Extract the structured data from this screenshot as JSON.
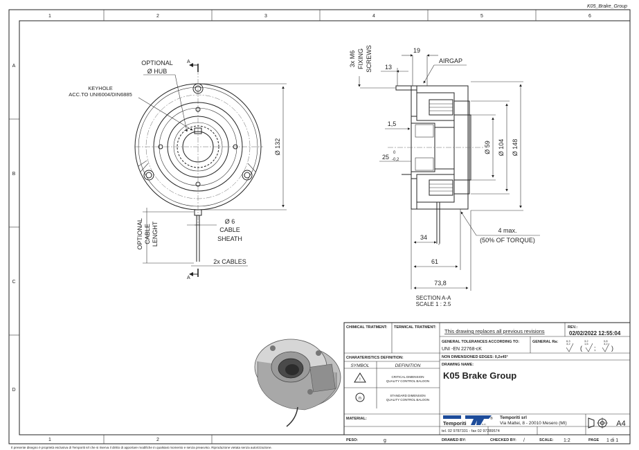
{
  "file_name": "K05_Brake_Group",
  "border": {
    "columns": [
      "1",
      "2",
      "3",
      "4",
      "5",
      "6"
    ],
    "rows": [
      "A",
      "B",
      "C",
      "D"
    ]
  },
  "front_view": {
    "optional_hub": [
      "OPTIONAL",
      "Ø HUB"
    ],
    "keyhole": [
      "KEYHOLE",
      "ACC.TO UNI6004/DIN6885"
    ],
    "diameter_132": "Ø 132",
    "optional_cable_lenght": [
      "OPTIONAL",
      "CABLE",
      "LENGHT"
    ],
    "cable_sheath": [
      "Ø 6",
      "CABLE",
      "SHEATH"
    ],
    "two_cables": "2x CABLES",
    "section_letter": "A"
  },
  "section_view": {
    "fixing_screws": [
      "3x M6",
      "FIXING",
      "SCREWS"
    ],
    "dim_19": "19",
    "airgap": "AIRGAP",
    "dim_13": "13",
    "dim_1_5": "1,5",
    "dim_25": "25",
    "tol_upper": "0",
    "tol_lower": "-0,2",
    "dim_59": "Ø 59",
    "dim_104": "Ø 104",
    "dim_148": "Ø 148",
    "dim_4max": "4 max.",
    "torque_note": "(50% OF TORQUE)",
    "dim_34": "34",
    "dim_61": "61",
    "dim_73_8": "73,8",
    "section_title": "SECTION A-A",
    "section_scale": "SCALE 1 : 2.5"
  },
  "title_block": {
    "chemical_treatment": "CHIMICAL TRATMENT:",
    "thermal_treatment": "TERMICAL TRATMENT:",
    "replaces_note": "This drawing replaces all previous revisions",
    "rev_label": "REV.:",
    "rev_date": "02/02/2022 12:55:04",
    "general_tolerances_label": "GENERAL TOLERANCES ACCORDING TO:",
    "general_tolerances_value": "UNI -EN 22768-cK",
    "general_ra_label": "GENERAL Ra:",
    "ra_values": [
      "6,3",
      "3,2",
      "1,6",
      "0,8",
      "3,2",
      "1,6"
    ],
    "non_dimensioned_edges": "NON DIMENSIONED EDGES: 0,2x45°",
    "characteristics_definition": "CHARATERISTICS DEFINITION:",
    "symbol_header": "SYMBOL",
    "definition_header": "DEFINITION",
    "critical_def": [
      "CRITICAL DIMENSION",
      "QUALITY CONTROL BALOON"
    ],
    "standard_def": [
      "STANDARD DIMENSION",
      "QUALITY CONTROL BALOON"
    ],
    "standard_symbol": "n",
    "drawing_name_label": "DRAWING NAME:",
    "drawing_name": "K05 Brake Group",
    "material_label": "MATERIAL:",
    "company_name": "Temporiti srl",
    "company_address": "Via Mattei, 8 - 20010 Mesero (MI)",
    "company_phone": "tel. 02 9787331 - fax 02 97289574",
    "logo_text": "Temporiti",
    "logo_suffix": "s.r.l.",
    "sheet_size": "A4",
    "weight_label": "PESO:",
    "weight_unit": "g",
    "drawn_by_label": "DRAWED BY:",
    "checked_by_label": "CHECKED BY:",
    "checked_by_value": "/",
    "scale_label": "SCALE:",
    "scale_value": "1:2",
    "page_label": "PAGE",
    "page_value": "1 di 1"
  },
  "footer_note": "Il presente disegno è proprietà esclusiva di Temporiti srl che si riserva il diritto di apportare modifiche in qualsiasi momento e senza preavviso. Riproduzione vietata senza autorizzazione."
}
